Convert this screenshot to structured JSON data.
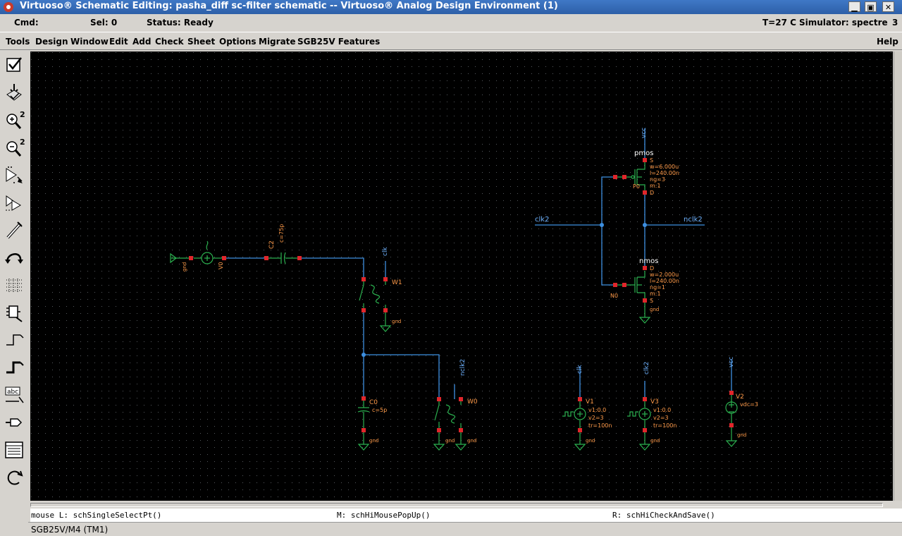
{
  "window": {
    "title": "Virtuoso® Schematic Editing: pasha_diff sc-filter schematic -- Virtuoso® Analog Design Environment (1)",
    "buttons": {
      "minimize": "▁",
      "maximize": "▣",
      "close": "✕"
    }
  },
  "status": {
    "cmd": "Cmd:",
    "sel": "Sel: 0",
    "state": "Status: Ready",
    "temp": "T=27  C",
    "simulator": "Simulator: spectre",
    "count": "3"
  },
  "menu": {
    "items": [
      "Tools",
      "Design",
      "Window",
      "Edit",
      "Add",
      "Check",
      "Sheet",
      "Options",
      "Migrate",
      "SGB25V Features"
    ],
    "help": "Help"
  },
  "toolbar": {
    "tools": [
      "check-icon",
      "save-icon",
      "zoom-in-icon",
      "zoom-out-icon",
      "stretch-icon",
      "copy-icon",
      "delete-icon",
      "undo-icon",
      "property-icon",
      "instance-icon",
      "wire-narrow-icon",
      "wire-wide-icon",
      "label-icon",
      "pin-icon",
      "cmd-options-icon",
      "repeat-icon"
    ],
    "zoom_in_badge": "2",
    "zoom_out_badge": "2",
    "label_text": "abc"
  },
  "schematic": {
    "colors": {
      "background": "#000000",
      "wire": "#3d8fe0",
      "component": "#2bb14f",
      "pin": "#e0262b",
      "label": "#ff9b4a",
      "net": "#6fb3ff",
      "title": "#ffffff"
    },
    "nets": {
      "clk2_left": "clk2",
      "nclk2_right": "nclk2",
      "vcc_top": "vcc",
      "clk_w1": "clk",
      "nclk2_w0": "nclk2",
      "clk_v1": "clk",
      "clk2_v3": "clk2",
      "vcc_v2": "vcc"
    },
    "instances": {
      "pmos": {
        "name": "pmos",
        "inst": "P0",
        "params": [
          "w=6.000u",
          "l=240.00n",
          "ng=3",
          "m:1"
        ],
        "pins": [
          "S",
          "D"
        ]
      },
      "nmos": {
        "name": "nmos",
        "inst": "N0",
        "params": [
          "w=2.000u",
          "l=240.00n",
          "ng=1",
          "m:1"
        ],
        "pins": [
          "D",
          "S"
        ]
      },
      "v0": {
        "name": "V0",
        "gnd": "gnd"
      },
      "c2": {
        "name": "C2",
        "param": "c=75p"
      },
      "w1": {
        "name": "W1",
        "gnd": "gnd"
      },
      "c0": {
        "name": "C0",
        "param": "c=5p",
        "gnd": "gnd"
      },
      "w0": {
        "name": "W0",
        "gnd1": "gnd",
        "gnd2": "gnd"
      },
      "v1": {
        "name": "V1",
        "params": [
          "v1:0.0",
          "v2=3",
          "tr=100n"
        ],
        "gnd": "gnd"
      },
      "v3": {
        "name": "V3",
        "params": [
          "v1:0.0",
          "v2=3",
          "tr=100n"
        ],
        "gnd": "gnd"
      },
      "v2": {
        "name": "V2",
        "param": "vdc=3",
        "gnd": "gnd"
      },
      "nmos_gnd": "gnd"
    }
  },
  "mouse": {
    "left": "mouse L: schSingleSelectPt()",
    "middle": "M: schHiMousePopUp()",
    "right": "R: schHiCheckAndSave()"
  },
  "footer": {
    "text": "SGB25V/M4 (TM1)"
  }
}
